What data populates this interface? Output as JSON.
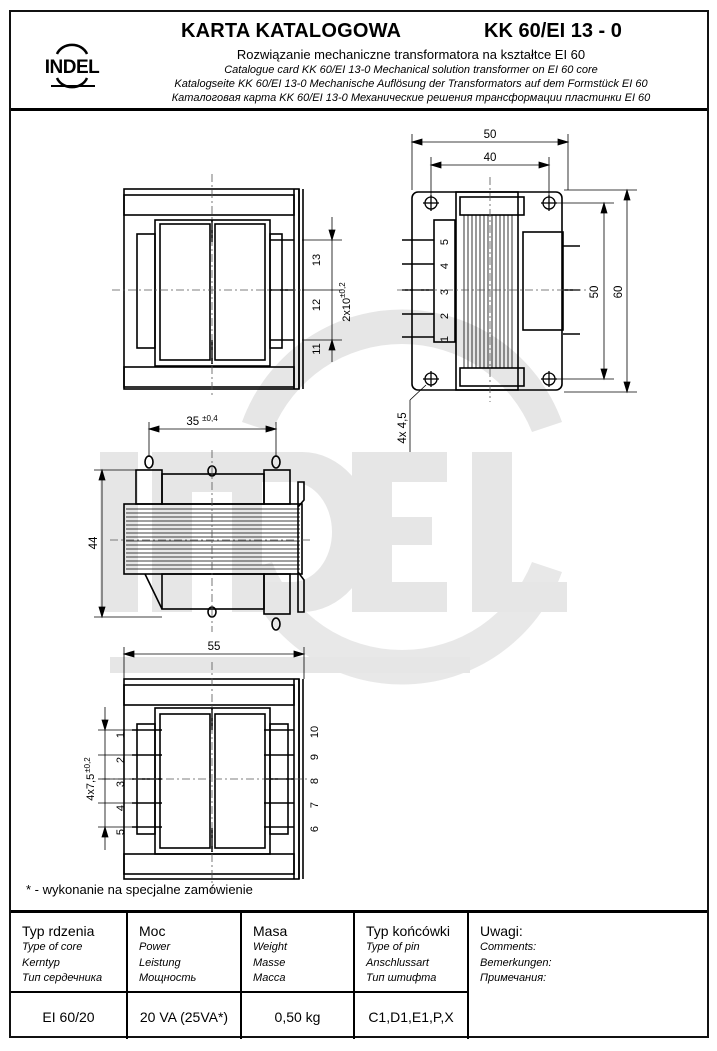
{
  "header": {
    "logo_text": "INDEL",
    "title": "KARTA  KATALOGOWA",
    "code": "KK 60/EI 13 - 0",
    "subtitle_pl": "Rozwiązanie mechaniczne transformatora na kształtce EI 60",
    "subtitle_en": "Catalogue card KK 60/EI 13-0   Mechanical solution transformer on EI 60 core",
    "subtitle_de": "Katalogseite KK 60/EI 13-0   Mechanische Auflösung der Transformators auf dem Formstück EI 60",
    "subtitle_ru": "Каталоговая карта KK 60/EI 13-0   Механические решения трансформации пластинки EI 60"
  },
  "watermark": {
    "text": "INDEL",
    "color": "#e6e6e6"
  },
  "drawing": {
    "top_view": {
      "dim_pitch": "2x10",
      "dim_pitch_tol": "±0,2",
      "pin_labels": [
        "13",
        "12",
        "11"
      ]
    },
    "side_view_right": {
      "dim_outer_width": "50",
      "dim_hole_spacing": "40",
      "dim_hole_vertical": "50",
      "dim_total_height": "60",
      "dim_holes": "4x  4,5",
      "pin_labels": [
        "5",
        "4",
        "3",
        "2",
        "1"
      ]
    },
    "front_view": {
      "dim_pin_span": "35",
      "dim_pin_span_tol": "±0,4",
      "dim_height": "44"
    },
    "bottom_view": {
      "dim_width": "55",
      "dim_pitch": "4x7,5",
      "dim_pitch_tol": "±0,2",
      "pin_labels_left": [
        "1",
        "2",
        "3",
        "4",
        "5"
      ],
      "pin_labels_right": [
        "10",
        "9",
        "8",
        "7",
        "6"
      ]
    }
  },
  "footnote": "* - wykonanie na specjalne zamówienie",
  "table": {
    "columns": [
      {
        "pl": "Typ rdzenia",
        "en": "Type of core",
        "de": "Kerntyp",
        "ru": "Тип сердечника",
        "value": "EI 60/20"
      },
      {
        "pl": "Moc",
        "en": "Power",
        "de": "Leistung",
        "ru": "Мощность",
        "value": "20 VA  (25VA*)"
      },
      {
        "pl": "Masa",
        "en": "Weight",
        "de": "Masse",
        "ru": "Масса",
        "value": "0,50 kg"
      },
      {
        "pl": "Typ końcówki",
        "en": "Type of pin",
        "de": "Anschlussart",
        "ru": "Тип штифта",
        "value": "C1,D1,E1,P,X"
      },
      {
        "pl": "Uwagi:",
        "en": "Comments:",
        "de": "Bemerkungen:",
        "ru": "Примечания:",
        "value": ""
      }
    ]
  }
}
